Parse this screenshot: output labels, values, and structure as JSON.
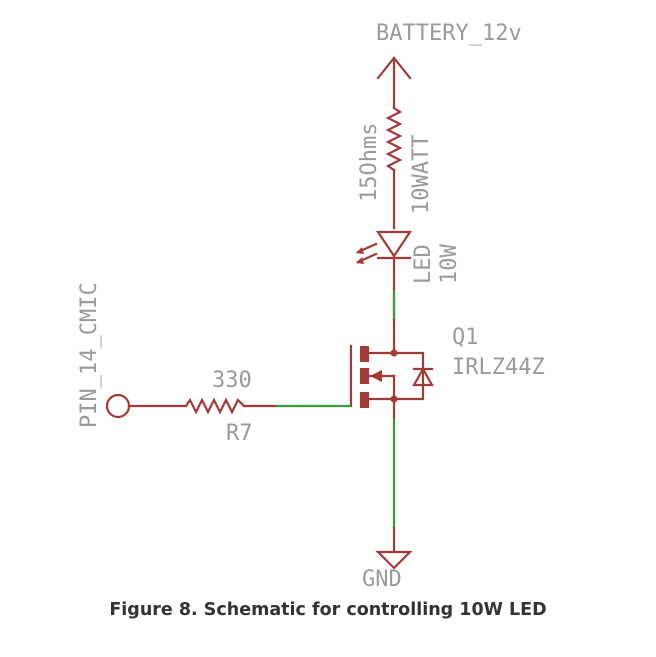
{
  "schematic": {
    "supply_label": "BATTERY_12v",
    "resistor_top": {
      "value": "15Ohms",
      "rating": "10WATT"
    },
    "led": {
      "name": "LED",
      "rating": "10W"
    },
    "mosfet": {
      "name": "Q1",
      "part": "IRLZ44Z"
    },
    "input_pin_label": "PIN_14_CMIC",
    "gate_resistor": {
      "value": "330",
      "name": "R7"
    },
    "ground_label": "GND"
  },
  "caption": "Figure 8. Schematic for controlling 10W LED"
}
